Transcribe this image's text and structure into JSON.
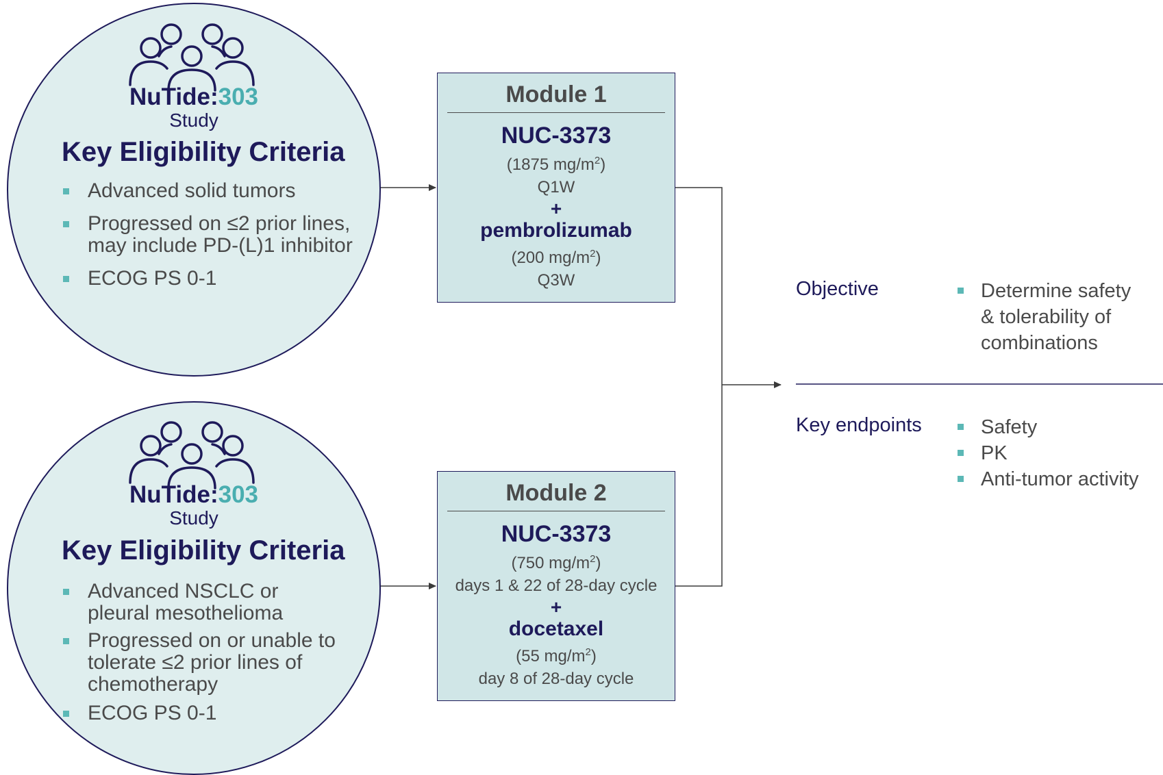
{
  "study": {
    "brand_prefix": "NuTide:",
    "brand_number": "303",
    "study_label": "Study",
    "criteria_title": "Key Eligibility Criteria"
  },
  "cohort1": {
    "criteria": [
      "Advanced solid tumors",
      "Progressed on ≤2 prior lines,\nmay include PD-(L)1 inhibitor",
      "ECOG PS 0-1"
    ]
  },
  "cohort2": {
    "criteria": [
      "Advanced NSCLC or\npleural mesothelioma",
      "Progressed on or unable to\ntolerate ≤2 prior lines of\nchemotherapy",
      "ECOG PS 0-1"
    ]
  },
  "module1": {
    "title": "Module 1",
    "drug1": "NUC-3373",
    "drug1_dose_pre": "(1875 mg/m",
    "drug1_dose_sup": "2",
    "drug1_dose_post": ")",
    "drug1_schedule": "Q1W",
    "plus": "+",
    "drug2": "pembrolizumab",
    "drug2_dose_pre": "(200 mg/m",
    "drug2_dose_sup": "2",
    "drug2_dose_post": ")",
    "drug2_schedule": "Q3W"
  },
  "module2": {
    "title": "Module 2",
    "drug1": "NUC-3373",
    "drug1_dose_pre": "(750 mg/m",
    "drug1_dose_sup": "2",
    "drug1_dose_post": ")",
    "drug1_schedule": "days 1 & 22 of 28-day cycle",
    "plus": "+",
    "drug2": "docetaxel",
    "drug2_dose_pre": "(55 mg/m",
    "drug2_dose_sup": "2",
    "drug2_dose_post": ")",
    "drug2_schedule": "day 8 of 28-day cycle"
  },
  "outcomes": {
    "objective_label": "Objective",
    "objective_items": [
      "Determine safety\n& tolerability of\ncombinations"
    ],
    "endpoints_label": "Key endpoints",
    "endpoint_items": [
      "Safety",
      "PK",
      "Anti-tumor activity"
    ]
  },
  "colors": {
    "navy": "#1e1a5a",
    "teal": "#4aaeb0",
    "circle_fill": "#dfeeee",
    "module_fill": "#d0e6e7"
  }
}
